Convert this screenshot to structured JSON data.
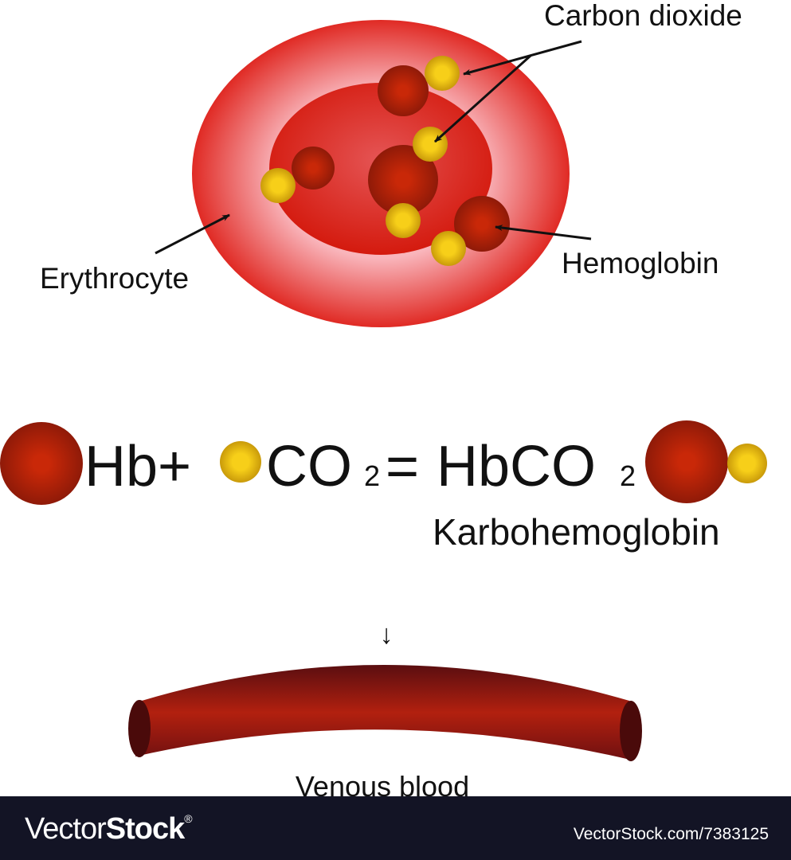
{
  "labels": {
    "carbon_dioxide": "Carbon dioxide",
    "erythrocyte": "Erythrocyte",
    "hemoglobin": "Hemoglobin",
    "karbohemoglobin": "Karbohemoglobin",
    "venous_blood": "Venous blood",
    "arrow_down": "↓"
  },
  "equation": {
    "hb_plus": "Hb+",
    "co": "CO",
    "sub2": "2",
    "equals": "=",
    "hbco": "HbCO",
    "sub2b": "2"
  },
  "footer": {
    "logo_light": "Vector",
    "logo_bold": "Stock",
    "logo_reg": "®",
    "url": "VectorStock.com/7383125"
  },
  "colors": {
    "footer_bg": "#131425",
    "hemoglobin": "#c0250a",
    "co2": "#f5c818"
  }
}
